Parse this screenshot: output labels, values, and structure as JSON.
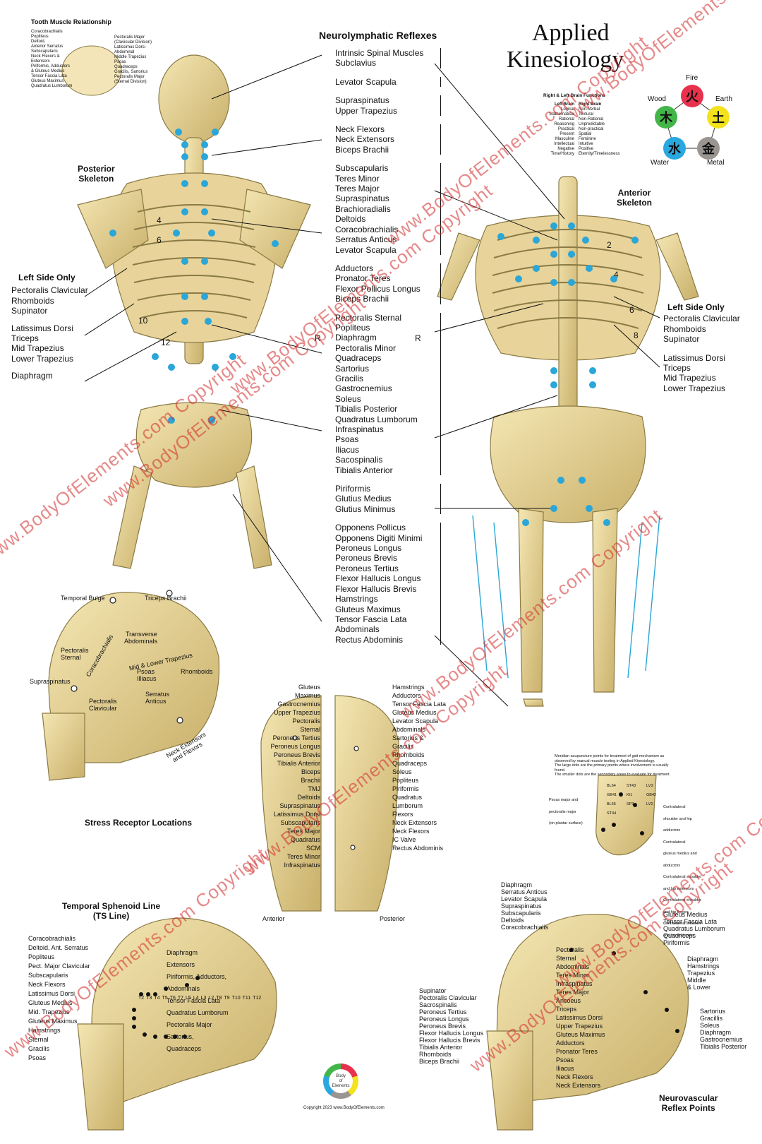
{
  "title": {
    "line1": "Applied",
    "line2": "Kinesiology"
  },
  "tooth": {
    "heading": "Tooth Muscle Relationship",
    "left": [
      "Coracobrachialis",
      "Popliteus",
      "Deltoid,",
      "Anterior Serratus",
      "Subscapularis",
      "Neck Flexors &",
      "Extensors",
      "Piriformis, Adductors",
      "& Gluteus Medius",
      "Tensor Fascia Lata",
      "Gluteus Maximus",
      "Quadratus Lumborum"
    ],
    "right": [
      "Pectoralis Major",
      "(Clavicular Division)",
      "Latissimus Dorsi",
      "Abdominal",
      "Middle Trapezius",
      "Psoas",
      "Quadraceps",
      "Gracilis, Sartorius",
      "Pectoralis Major",
      "(Sternal Division)"
    ]
  },
  "reflexes": {
    "heading": "Neurolymphatic Reflexes",
    "groups": [
      [
        "Intrinsic Spinal Muscles",
        "Subclavius"
      ],
      [
        "Levator Scapula"
      ],
      [
        "Supraspinatus",
        "Upper Trapezius"
      ],
      [
        "Neck Flexors",
        "Neck Extensors",
        "Biceps Brachii"
      ],
      [
        "Subscapularis",
        "Teres Minor",
        "Teres Major",
        "Supraspinatus",
        "Brachioradialis",
        "Deltoids",
        "Coracobrachialis",
        "Serratus Anticus",
        "Levator Scapula"
      ],
      [
        "Adductors",
        "Pronator Teres",
        "Flexor Pollicus Longus",
        "Biceps Brachii"
      ],
      [
        "Pectoralis Sternal",
        "Popliteus",
        "Diaphragm",
        "Pectoralis Minor",
        "Quadraceps",
        "Sartorius",
        "Gracilis",
        "Gastrocnemius",
        "Soleus",
        "Tibialis Posterior",
        "Quadratus Lumborum",
        "Infraspinatus",
        "Psoas",
        "Iliacus",
        "Sacospinalis",
        "Tibialis Anterior"
      ],
      [
        "Piriformis",
        "Glutius Medius",
        "Glutius Minimus"
      ],
      [
        "Opponens Pollicus",
        "Opponens Digiti Minimi",
        "Peroneus Longus",
        "Peroneus Brevis",
        "Peroneus Tertius",
        "Flexor Hallucis Longus",
        "Flexor Hallucis Brevis",
        "Hamstrings",
        "Gluteus Maximus",
        "Tensor Fascia Lata",
        "Abdominals",
        "Rectus Abdominis"
      ]
    ],
    "r_left": "R",
    "r_right": "R"
  },
  "posterior": {
    "label": [
      "Posterior",
      "Skeleton"
    ],
    "rib_numbers": [
      "4",
      "6",
      "10",
      "12"
    ],
    "left_only_heading": "Left Side Only",
    "left_only_a": [
      "Pectoralis Clavicular",
      "Rhomboids",
      "Supinator"
    ],
    "left_only_b": [
      "Latissimus Dorsi",
      "Triceps",
      "Mid Trapezius",
      "Lower Trapezius"
    ],
    "diaphragm": "Diaphragm"
  },
  "anterior": {
    "label": [
      "Anterior",
      "Skeleton"
    ],
    "rib_numbers": [
      "2",
      "4",
      "6",
      "8"
    ],
    "left_only_heading": "Left Side Only",
    "left_only_a": [
      "Pectoralis Clavicular",
      "Rhomboids",
      "Supinator"
    ],
    "left_only_b": [
      "Latissimus Dorsi",
      "Triceps",
      "Mid Trapezius",
      "Lower Trapezius"
    ]
  },
  "brain": {
    "heading": "Right & Left Brain Functions",
    "left_head": "Left Brain",
    "right_head": "Right Brain",
    "left": [
      "Logical",
      "Mathematical",
      "Rational",
      "Reasoning",
      "Practical",
      "Present",
      "Masculine",
      "Intellectual",
      "Negative",
      "Time/History"
    ],
    "right": [
      "Non-Verbal",
      "Textural",
      "Non-Rational",
      "Unpredictable",
      "Non-practical",
      "Spatial",
      "Feminine",
      "Intuitive",
      "Positive",
      "Eternity/Timelessness"
    ]
  },
  "elements": {
    "fire": {
      "label": "Fire",
      "glyph": "火",
      "color": "#e8314d"
    },
    "earth": {
      "label": "Earth",
      "glyph": "土",
      "color": "#f2e31d"
    },
    "metal": {
      "label": "Metal",
      "glyph": "金",
      "color": "#9a9590"
    },
    "water": {
      "label": "Water",
      "glyph": "水",
      "color": "#29a8e0"
    },
    "wood": {
      "label": "Wood",
      "glyph": "木",
      "color": "#43b649"
    }
  },
  "stress": {
    "heading": "Stress Receptor Locations",
    "labels": [
      "Temporal Bulge",
      "Triceps Brachii",
      "Transverse",
      "Abdominals",
      "Pectoralis",
      "Sternal",
      "Coracobrachialis",
      "Mid & Lower Trapezius",
      "Supraspinatus",
      "Psoas",
      "Illiacus",
      "Rhomboids",
      "Pectoralis",
      "Clavicular",
      "Serratus",
      "Anticus",
      "Neck Extensors",
      "and Flexors"
    ]
  },
  "face": {
    "anterior": "Anterior",
    "posterior": "Posterior",
    "left_labels": [
      "Gluteus",
      "Maximus",
      "Gastrocnemius",
      "Upper Trapezius",
      "Pectoralis",
      "Sternal",
      "Peroneus Tertius",
      "Peroneus Longus",
      "Peroneus Brevis",
      "Tibialis Anterior",
      "Biceps",
      "Brachii",
      "TMJ",
      "Deltoids",
      "Supraspinatus",
      "Latissimus Dorsi",
      "Subscapularis",
      "Teres Major",
      "Quadratus",
      "SCM",
      "Teres Minor",
      "Infraspinatus"
    ],
    "right_labels": [
      "Hamstrings",
      "Adductors",
      "Tensor Fascia Lata",
      "Gluteus Medius",
      "Levator Scapula",
      "Abdominals",
      "Sartorius &",
      "Gracilis",
      "Rhomboids",
      "Quadraceps",
      "Soleus",
      "Popliteus",
      "Piriformis",
      "Quadratus",
      "Lumborum",
      "Flexors",
      "Neck Extensors",
      "Neck Flexors",
      "IC Valve",
      "Rectus Abdominis"
    ]
  },
  "foot": {
    "notes": [
      "Meridian acupuncture points for treatment of gait mechanism as",
      "observed by manual muscle testing in Applied Kinesiology.",
      "The large dots are the primary points where involvement is usually",
      "found.",
      "The smaller dots are the secondary areas to evaluate for treatment."
    ],
    "points": [
      "BL64",
      "ST43",
      "LV3",
      "GB41",
      "KI1",
      "GB42",
      "BL65",
      "SP3",
      "LV2",
      "ST44"
    ],
    "labels": [
      "Psoas major and",
      "pectoralis major",
      "(on plantar surface)",
      "Contralateral",
      "shoulder and hip",
      "adductors",
      "Contralateral",
      "gluteus medius and",
      "abductors",
      "Contralateral shoulder",
      "and hip extensors",
      "Contralateral shoulder",
      "and hip flexors",
      "Contralateral shoulder",
      "and hip abductors"
    ]
  },
  "ts": {
    "heading": [
      "Temporal Sphenoid Line",
      "(TS Line)"
    ],
    "labels": [
      "Coracobrachialis",
      "Deltoid, Ant. Serratus",
      "Popliteus",
      "Pect. Major Clavicular",
      "Subscapularis",
      "Diaphragm",
      "Neck Flexors",
      "Extensors",
      "Latissimus Dorsi",
      "Piriformis, Adductors,",
      "Gluteus Medius",
      "Abdominals",
      "Mid. Trapezius",
      "Tensor Fascia Lata",
      "Gluteus Maximus",
      "Quadratus Lumborum",
      "Hamstrings",
      "Pectoralis Major",
      "Sternal",
      "Sartorius,",
      "Gracilis",
      "Quadraceps",
      "Psoas"
    ],
    "points": [
      "T2",
      "T3",
      "T4",
      "T5",
      "T6",
      "T7",
      "L5",
      "L4",
      "L3",
      "L2",
      "T8",
      "T9",
      "T10",
      "T11",
      "T12"
    ]
  },
  "nv": {
    "heading": [
      "Neurovascular",
      "Reflex Points"
    ],
    "top": [
      "Diaphragm",
      "Serratus Anticus",
      "Levator Scapula",
      "Supraspinatus",
      "Subscapularis",
      "Deltoids",
      "Coracobrachialis"
    ],
    "left": [
      "Supinator",
      "Pectoralis Clavicular",
      "Sacrospinalis",
      "Peroneus Tertius",
      "Peroneus Longus",
      "Peroneus Brevis",
      "Flexor Hallucis Longus",
      "Flexor Hallucis Brevis",
      "Tibialis Anterior",
      "Rhomboids",
      "Biceps Brachii"
    ],
    "right_a": [
      "Gluteus Medius",
      "Tensor Fascia Lata",
      "Quadratus Lumborum",
      "Quadriceps",
      "Piriformis"
    ],
    "right_b": [
      "Diaphragm",
      "Hamstrings",
      "Trapezius",
      "Middle",
      "& Lower"
    ],
    "right_c": [
      "Sartorius",
      "Gracillis",
      "Soleus",
      "Diaphragm",
      "Gastrocnemius",
      "Tibialis Posterior"
    ],
    "inner": [
      "Pectoralis",
      "Sternal",
      "Abdominals",
      "Teres Minor",
      "Infraspinatus",
      "Teres Major",
      "Ancoeus",
      "Triceps",
      "Latissimus Dorsi",
      "Upper Trapezius",
      "Gluteus Maximus",
      "Adductors",
      "Pronator Teres",
      "Psoas",
      "Iliacus",
      "Neck Flexors",
      "Neck Extensors"
    ]
  },
  "footer": {
    "copyright": "Copyright 2023 www.BodyOfElements.com",
    "logo": [
      "Body",
      "of",
      "Elements"
    ]
  },
  "watermark": "www.BodyOfElements.com Copyright"
}
